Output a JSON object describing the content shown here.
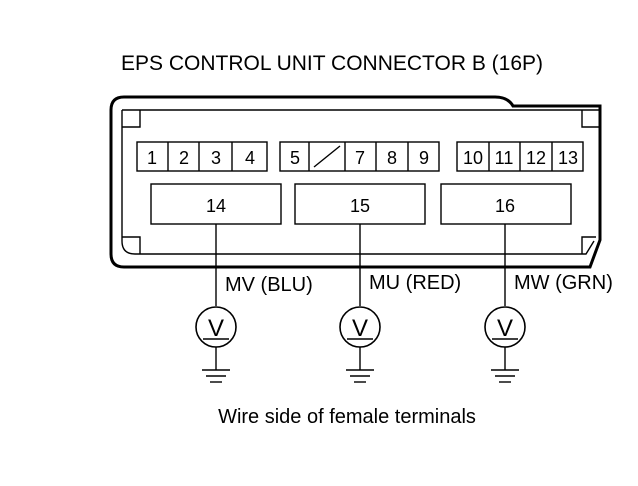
{
  "title": "EPS CONTROL UNIT CONNECTOR B (16P)",
  "caption": "Wire side of female terminals",
  "terminals": {
    "group_a": [
      "1",
      "2",
      "3",
      "4"
    ],
    "group_b": [
      "5",
      "",
      "7",
      "8",
      "9"
    ],
    "group_c": [
      "10",
      "11",
      "12",
      "13"
    ],
    "large": [
      "14",
      "15",
      "16"
    ]
  },
  "probes": [
    {
      "label": "MV (BLU)",
      "terminal": "14",
      "icon": "voltmeter-icon"
    },
    {
      "label": "MU (RED)",
      "terminal": "15",
      "icon": "voltmeter-icon"
    },
    {
      "label": "MW (GRN)",
      "terminal": "16",
      "icon": "voltmeter-icon"
    }
  ],
  "meter_symbol": "V",
  "cavity_6": "unused-cavity"
}
